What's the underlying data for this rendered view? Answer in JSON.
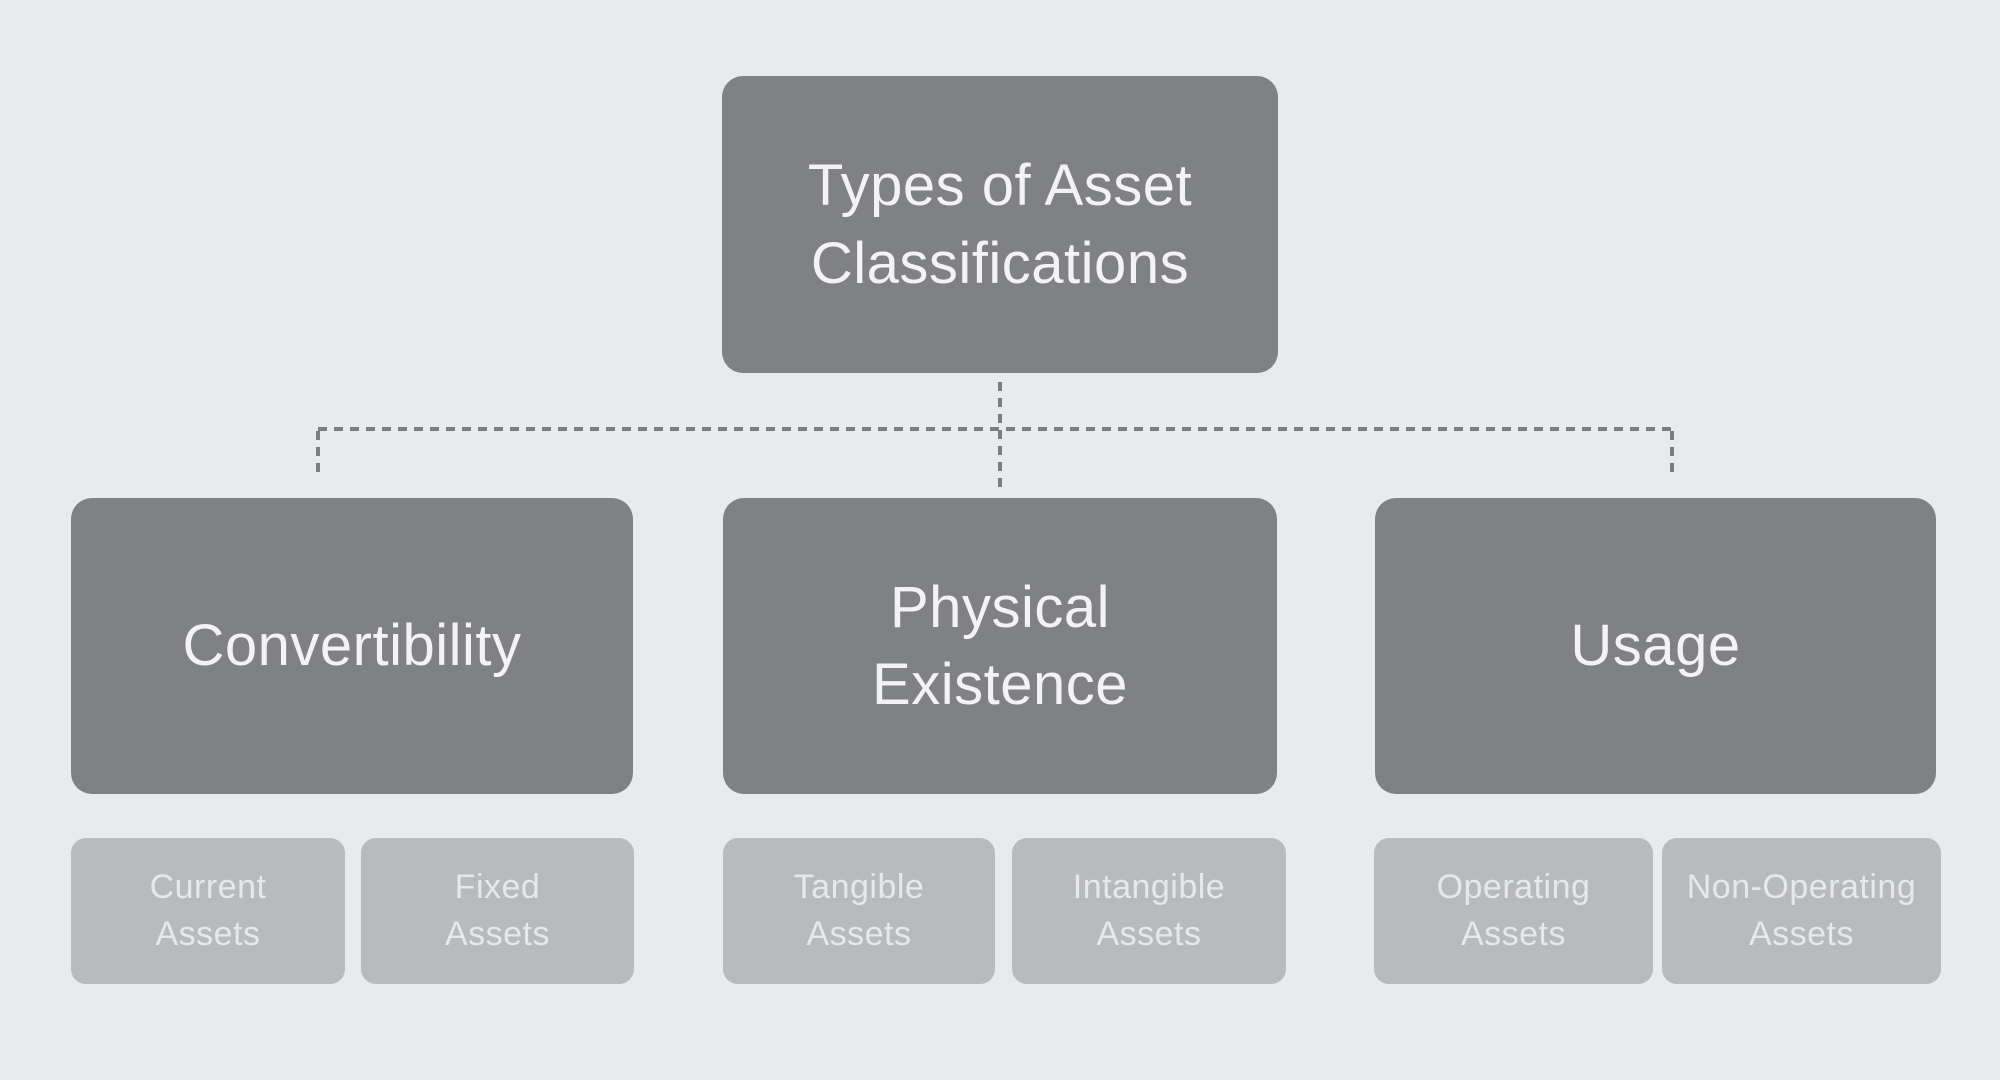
{
  "diagram": {
    "root": {
      "label": "Types of Asset\nClassifications"
    },
    "branches": [
      {
        "label": "Convertibility",
        "children": [
          {
            "label": "Current\nAssets"
          },
          {
            "label": "Fixed\nAssets"
          }
        ]
      },
      {
        "label": "Physical\nExistence",
        "children": [
          {
            "label": "Tangible\nAssets"
          },
          {
            "label": "Intangible\nAssets"
          }
        ]
      },
      {
        "label": "Usage",
        "children": [
          {
            "label": "Operating\nAssets"
          },
          {
            "label": "Non-Operating\nAssets"
          }
        ]
      }
    ],
    "colors": {
      "background": "#e9eaec",
      "primary_box": "#808183",
      "secondary_box": "#b9babc",
      "primary_text": "#f3f3f5",
      "secondary_text": "#e7e8ea",
      "connector": "#7c7d7f"
    },
    "connector_style": "dashed"
  }
}
